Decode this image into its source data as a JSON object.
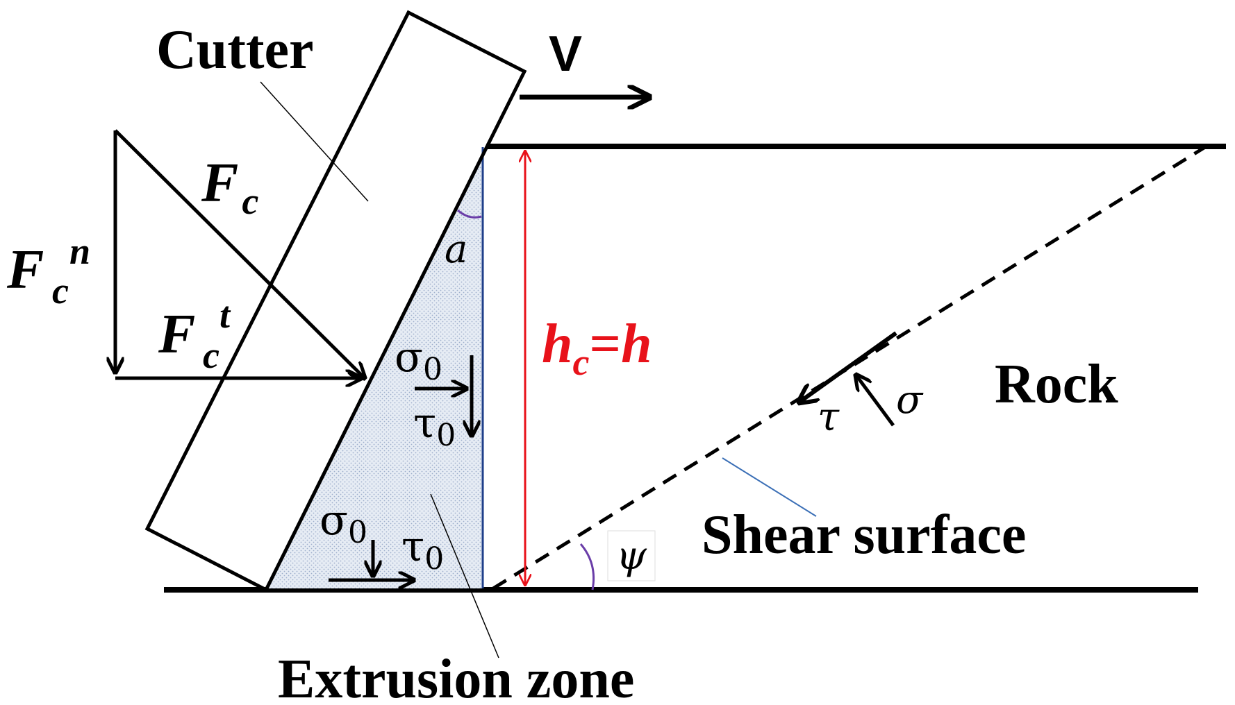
{
  "labels": {
    "cutter": "Cutter",
    "velocity": "V",
    "rock": "Rock",
    "shear_surface": "Shear surface",
    "extrusion_zone": "Extrusion zone"
  },
  "forces": {
    "F": "F",
    "c": "c",
    "n": "n",
    "t": "t"
  },
  "depth": {
    "h": "h",
    "c": "c",
    "equals": "=",
    "h2": "h"
  },
  "angles": {
    "alpha": "a",
    "psi": "ψ"
  },
  "stresses": {
    "sigma": "σ",
    "tau": "τ",
    "zero": "0"
  },
  "colors": {
    "line": "#000000",
    "depth_marker": "#e8121a",
    "angle_arc": "#6a3da8",
    "extrusion_fill": "#dbe3ee",
    "extrusion_edge": "#1f3f8a",
    "leader_blue": "#3b6fb6"
  }
}
